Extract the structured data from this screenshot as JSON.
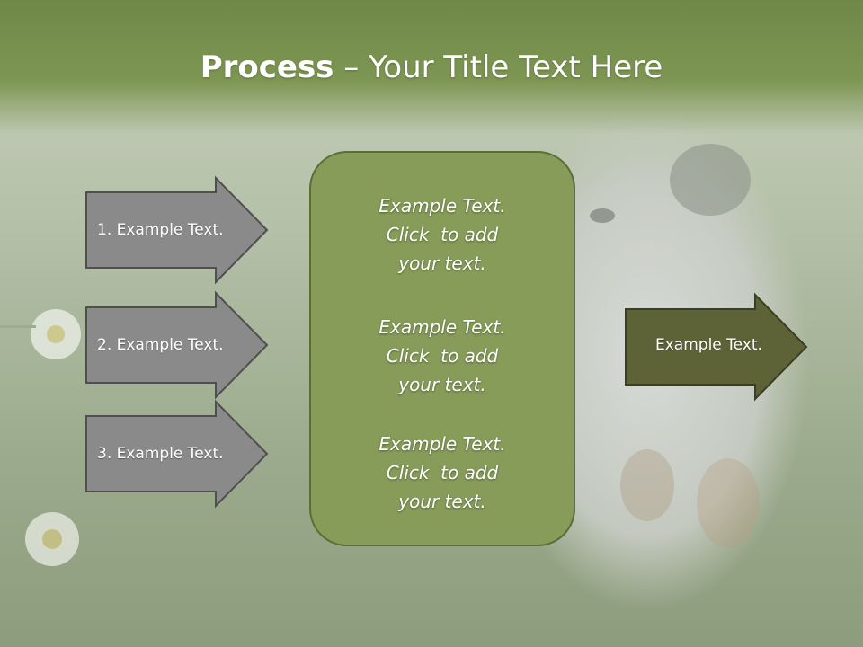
{
  "title": {
    "bold": "Process",
    "rest": " – Your Title Text Here"
  },
  "left_arrows": [
    {
      "label": "1. Example Text."
    },
    {
      "label": "2. Example Text."
    },
    {
      "label": "3. Example Text."
    }
  ],
  "center_box": {
    "blocks": [
      {
        "line1": "Example Text.",
        "line2": "Click  to add",
        "line3": "your text."
      },
      {
        "line1": "Example Text.",
        "line2": "Click  to add",
        "line3": "your text."
      },
      {
        "line1": "Example Text.",
        "line2": "Click  to add",
        "line3": "your text."
      }
    ]
  },
  "right_arrow": {
    "label": "Example Text."
  },
  "background": {
    "scene": "photo-puppy-on-grass"
  },
  "colors": {
    "title_band": "#7e9653",
    "left_arrow_fill": "#8a8a8a",
    "center_box_fill": "#869c58",
    "right_arrow_fill": "#5d6336"
  }
}
